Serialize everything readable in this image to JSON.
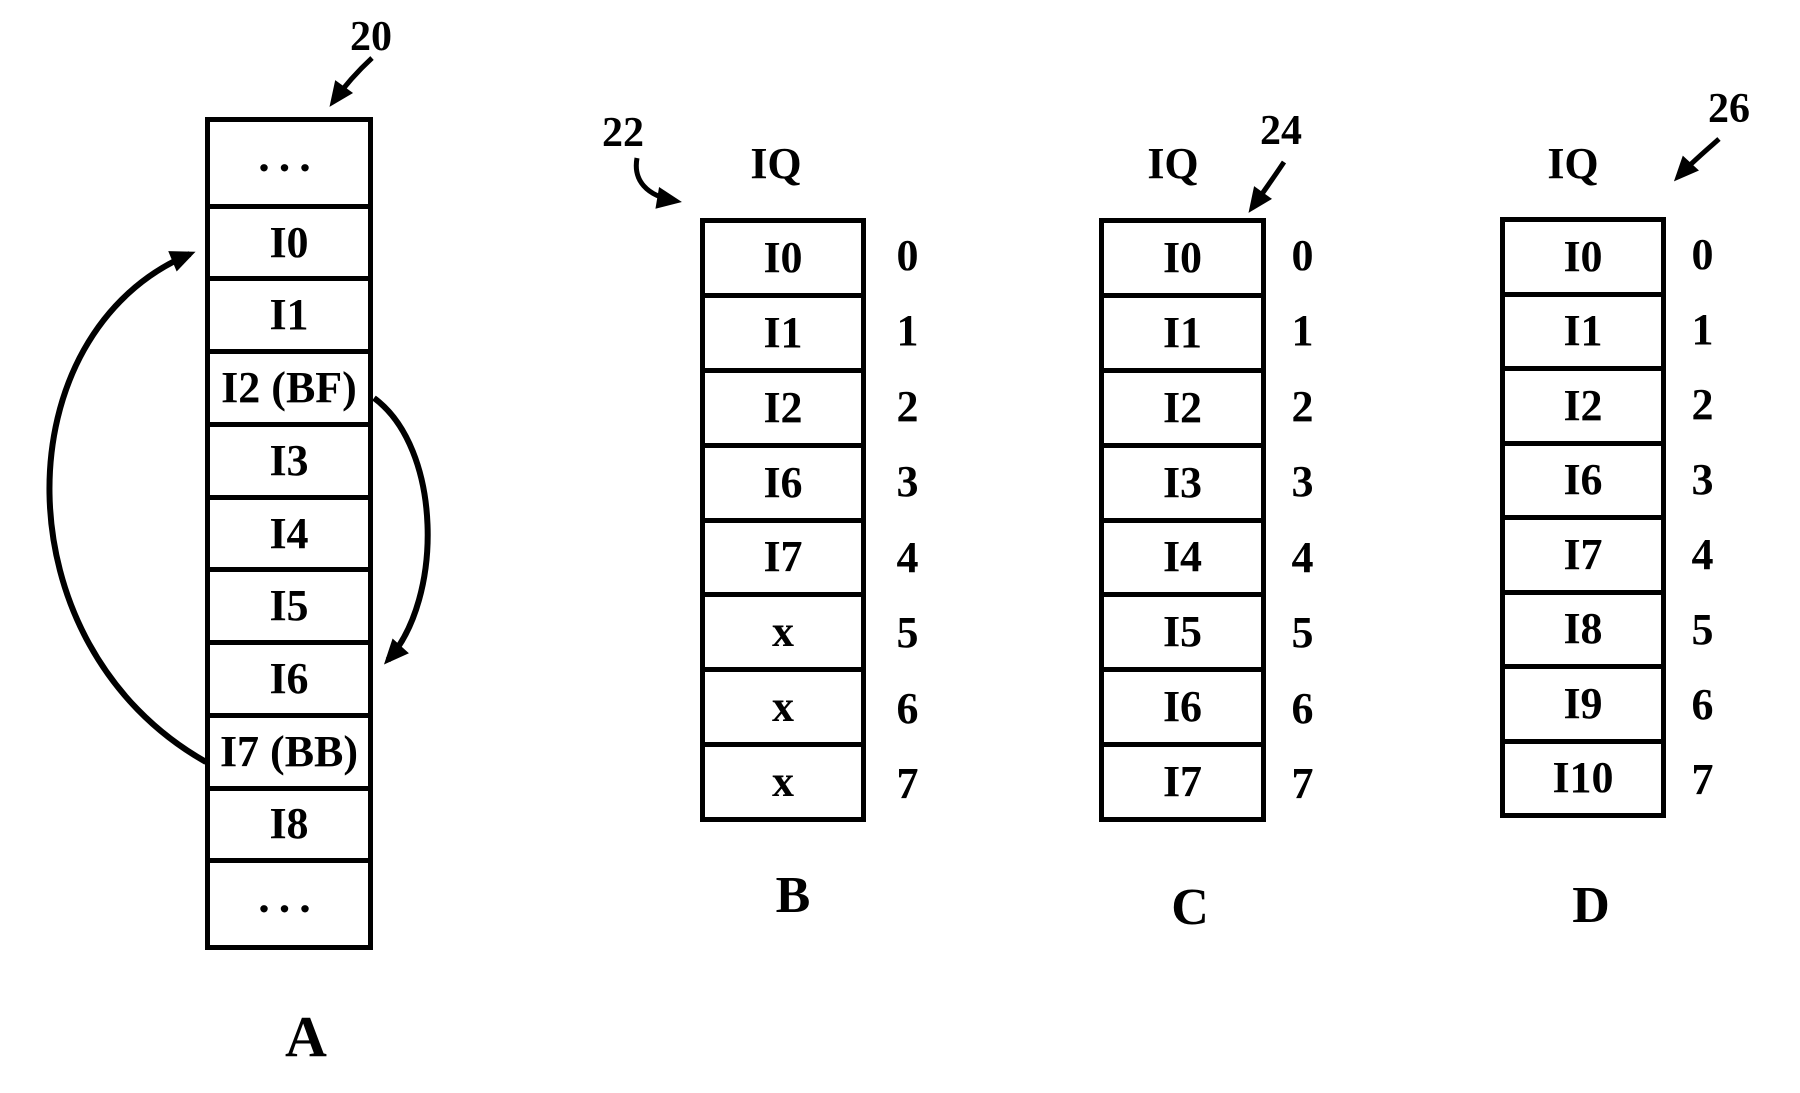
{
  "panels": {
    "A": {
      "ref_number": "20",
      "panel_letter": "A",
      "cells": [
        "...",
        "I0",
        "I1",
        "I2 (BF)",
        "I3",
        "I4",
        "I5",
        "I6",
        "I7 (BB)",
        "I8",
        "..."
      ],
      "branch_arrows": [
        {
          "name": "backward-branch",
          "from": "I7 (BB)",
          "to": "I0"
        },
        {
          "name": "forward-branch",
          "from": "I2 (BF)",
          "to": "I6"
        }
      ]
    },
    "B": {
      "ref_number": "22",
      "queue_title": "IQ",
      "panel_letter": "B",
      "cells": [
        "I0",
        "I1",
        "I2",
        "I6",
        "I7",
        "x",
        "x",
        "x"
      ],
      "indices": [
        "0",
        "1",
        "2",
        "3",
        "4",
        "5",
        "6",
        "7"
      ]
    },
    "C": {
      "ref_number": "24",
      "queue_title": "IQ",
      "panel_letter": "C",
      "cells": [
        "I0",
        "I1",
        "I2",
        "I3",
        "I4",
        "I5",
        "I6",
        "I7"
      ],
      "indices": [
        "0",
        "1",
        "2",
        "3",
        "4",
        "5",
        "6",
        "7"
      ]
    },
    "D": {
      "ref_number": "26",
      "queue_title": "IQ",
      "panel_letter": "D",
      "cells": [
        "I0",
        "I1",
        "I2",
        "I6",
        "I7",
        "I8",
        "I9",
        "I10"
      ],
      "indices": [
        "0",
        "1",
        "2",
        "3",
        "4",
        "5",
        "6",
        "7"
      ]
    }
  }
}
